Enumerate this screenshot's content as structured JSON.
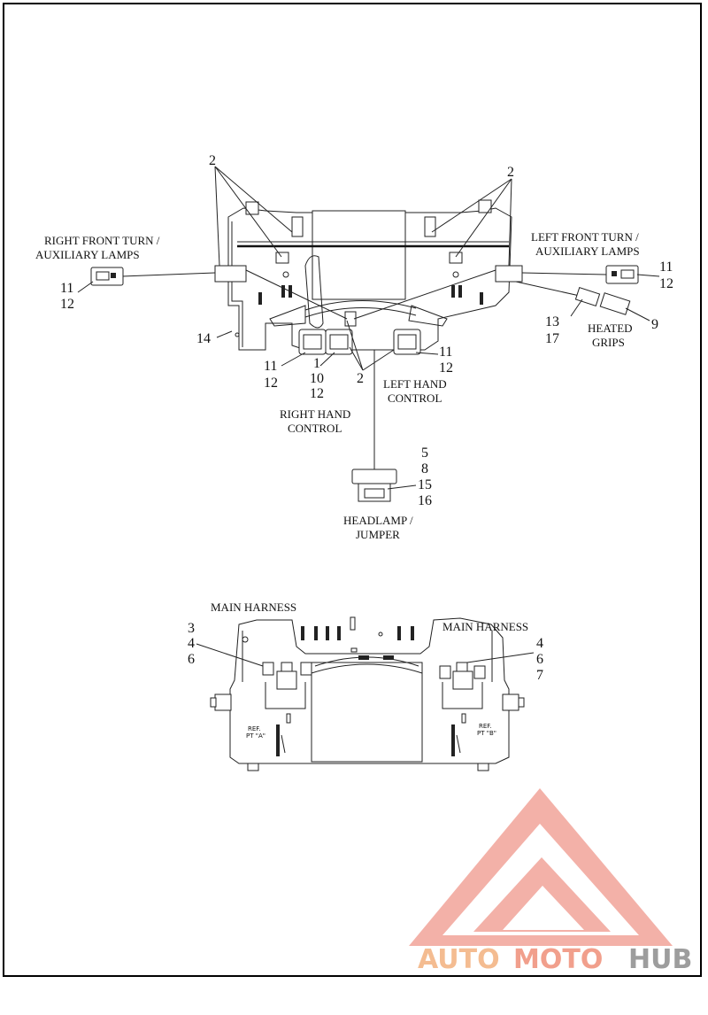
{
  "upper_diagram": {
    "callouts": {
      "c2_left": "2",
      "c2_right": "2",
      "c2_bottom": "2",
      "right_lamp_11": "11",
      "right_lamp_12": "12",
      "left_lamp_11": "11",
      "left_lamp_12": "12",
      "c14": "14",
      "rhc_11": "11",
      "rhc_12": "12",
      "rhc_1": "1",
      "rhc_10": "10",
      "rhc_12b": "12",
      "lhc_11": "11",
      "lhc_12": "12",
      "grip_13": "13",
      "grip_17": "17",
      "grip_9": "9",
      "hl_5": "5",
      "hl_8": "8",
      "hl_15": "15",
      "hl_16": "16"
    },
    "labels": {
      "right_front_turn_1": "RIGHT FRONT TURN /",
      "right_front_turn_2": "AUXILIARY LAMPS",
      "left_front_turn_1": "LEFT FRONT TURN /",
      "left_front_turn_2": "AUXILIARY LAMPS",
      "heated_grips_1": "HEATED",
      "heated_grips_2": "GRIPS",
      "left_hand_control_1": "LEFT HAND",
      "left_hand_control_2": "CONTROL",
      "right_hand_control_1": "RIGHT HAND",
      "right_hand_control_2": "CONTROL",
      "headlamp_1": "HEADLAMP /",
      "headlamp_2": "JUMPER"
    }
  },
  "lower_diagram": {
    "labels": {
      "main_harness_left": "MAIN HARNESS",
      "main_harness_right": "MAIN HARNESS",
      "ref_a_1": "REF.",
      "ref_a_2": "PT \"A\"",
      "ref_b_1": "REF.",
      "ref_b_2": "PT \"B\""
    },
    "callouts": {
      "l3": "3",
      "l4": "4",
      "l6": "6",
      "r4": "4",
      "r6": "6",
      "r7": "7"
    }
  },
  "watermark": {
    "part1": "AUTO",
    "part2": "MOTO",
    "part3": "HUB",
    "colors": {
      "triangle_outer": "#f2a49a",
      "auto": "#f3b17e",
      "moto": "#ef8f78",
      "hub": "#8d8d8d"
    }
  }
}
